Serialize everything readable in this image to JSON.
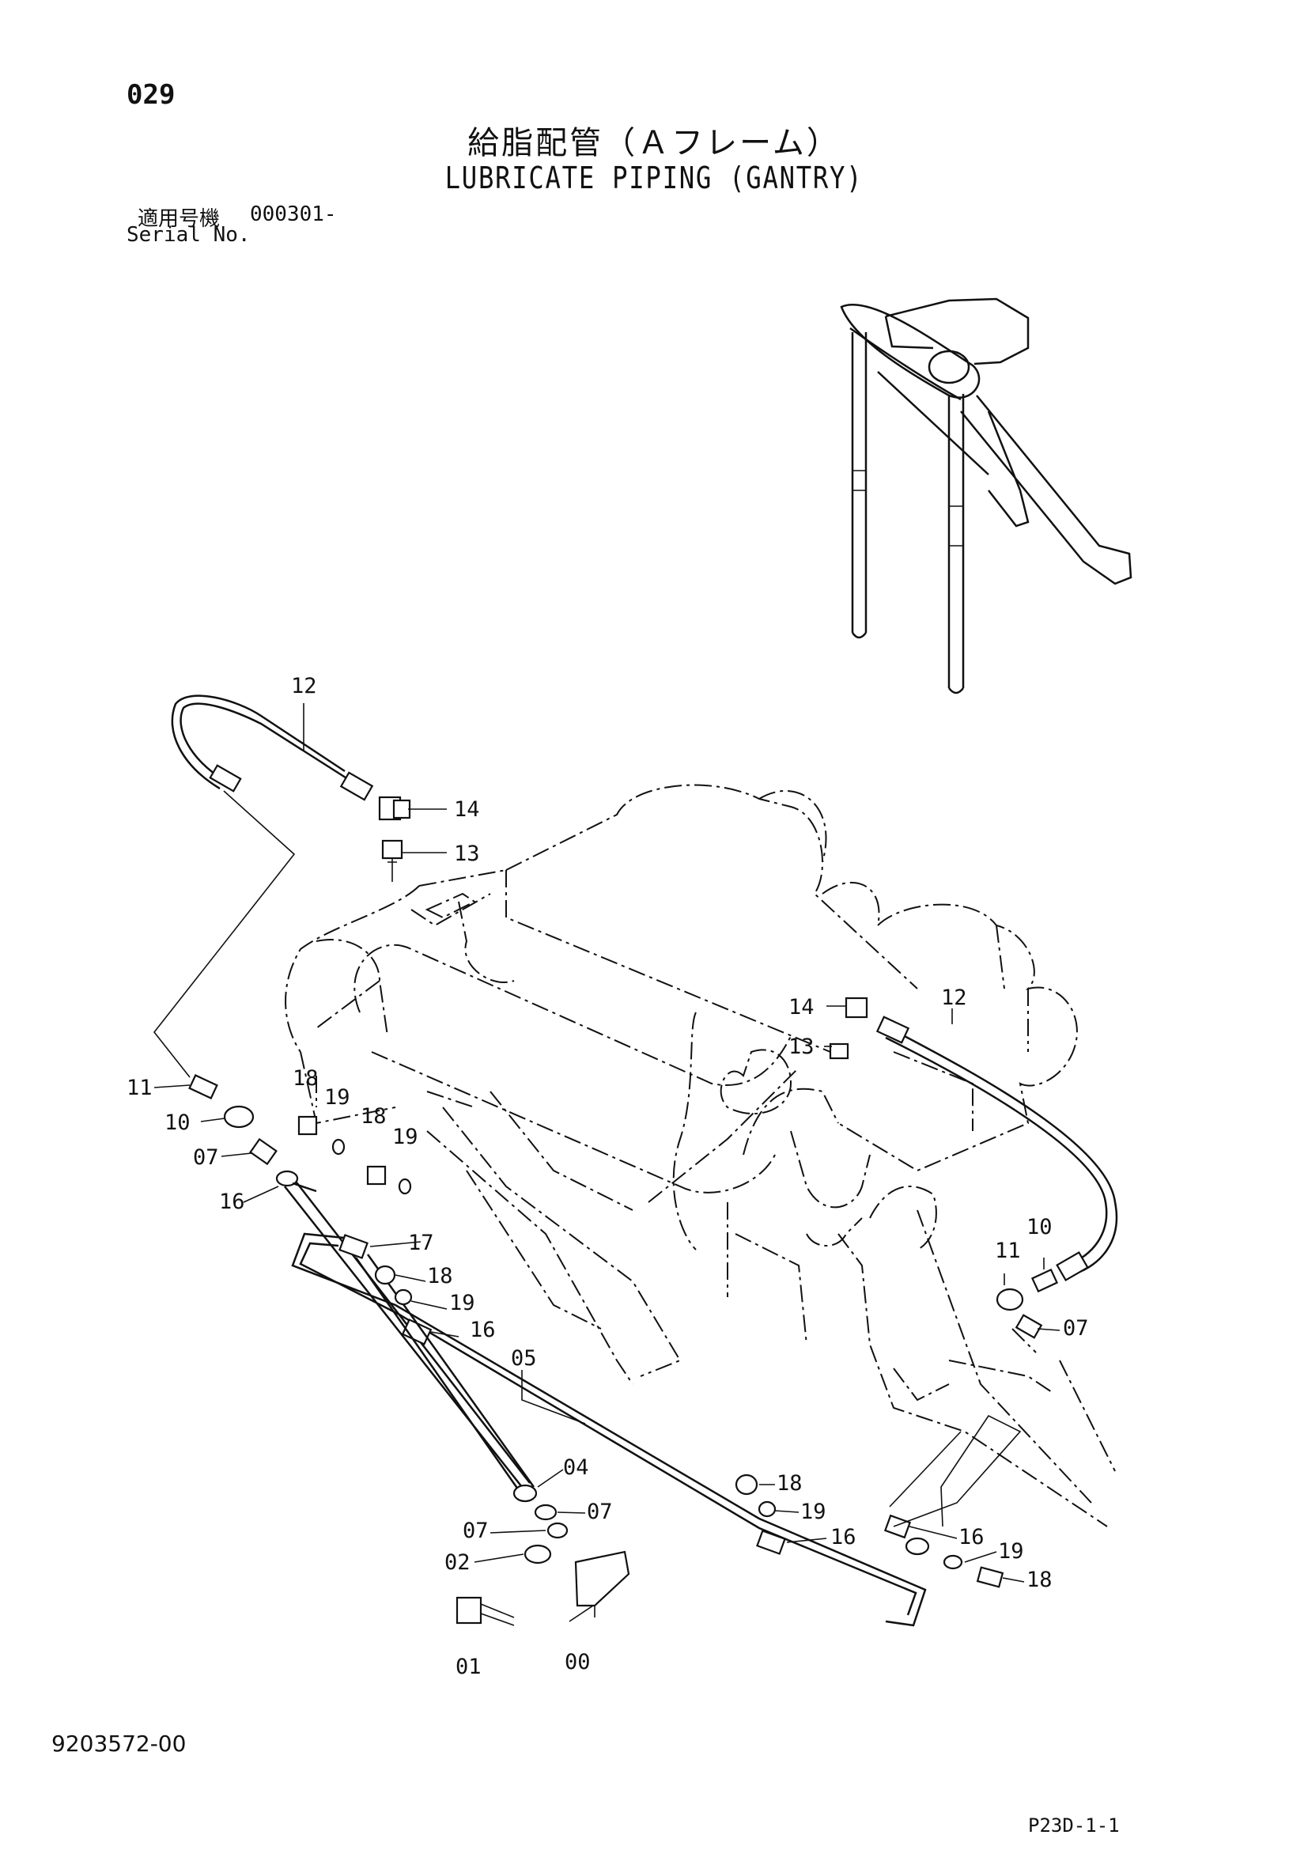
{
  "header": {
    "page_number": "029",
    "title_jp": "給脂配管（Ａフレーム）",
    "title_en": "LUBRICATE PIPING (GANTRY)",
    "serial_label_jp": "適用号機",
    "serial_value": "000301-",
    "serial_label_en": "Serial No."
  },
  "footer": {
    "document_number": "9203572-00",
    "page_code": "P23D-1-1"
  },
  "callouts": [
    "12",
    "14",
    "13",
    "14",
    "13",
    "12",
    "11",
    "10",
    "07",
    "16",
    "18",
    "19",
    "18",
    "19",
    "17",
    "18",
    "19",
    "16",
    "05",
    "11",
    "10",
    "07",
    "04",
    "07",
    "07",
    "02",
    "01",
    "00",
    "18",
    "19",
    "16",
    "16",
    "19",
    "18"
  ]
}
